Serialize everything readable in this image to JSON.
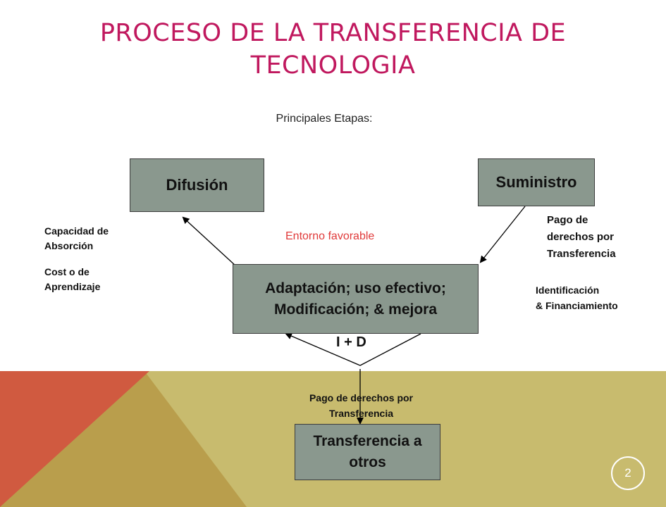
{
  "title": {
    "line1": "PROCESO DE LA TRANSFERENCIA DE",
    "line2": "TECNOLOGIA"
  },
  "subtitle": "Principales Etapas:",
  "boxes": {
    "difusion": "Difusión",
    "suministro": "Suministro",
    "adaptacion": {
      "line1": "Adaptación; uso efectivo;",
      "line2": "Modificación; & mejora"
    },
    "transferencia": {
      "line1": "Transferencia a",
      "line2": "otros"
    }
  },
  "labels": {
    "capacidad": [
      "Capacidad de",
      "Absorción"
    ],
    "costo": [
      "Cost o de",
      "Aprendizaje"
    ],
    "entorno": "Entorno favorable",
    "pago_derechos_top": [
      "Pago de",
      "derechos por",
      "Transferencia"
    ],
    "identificacion": [
      "Identificación",
      "& Financiamiento"
    ],
    "i_mas_d": "I + D",
    "pago_derechos_bottom": [
      "Pago de derechos por",
      "Transferencia"
    ]
  },
  "page_number": "2",
  "colors": {
    "title": "#c0185e",
    "box_fill": "#8a988e",
    "entorno_text": "#e03a3a",
    "band_olive": "#c8bb6e",
    "band_gold": "#b99e4c",
    "band_red": "#d05a40"
  }
}
